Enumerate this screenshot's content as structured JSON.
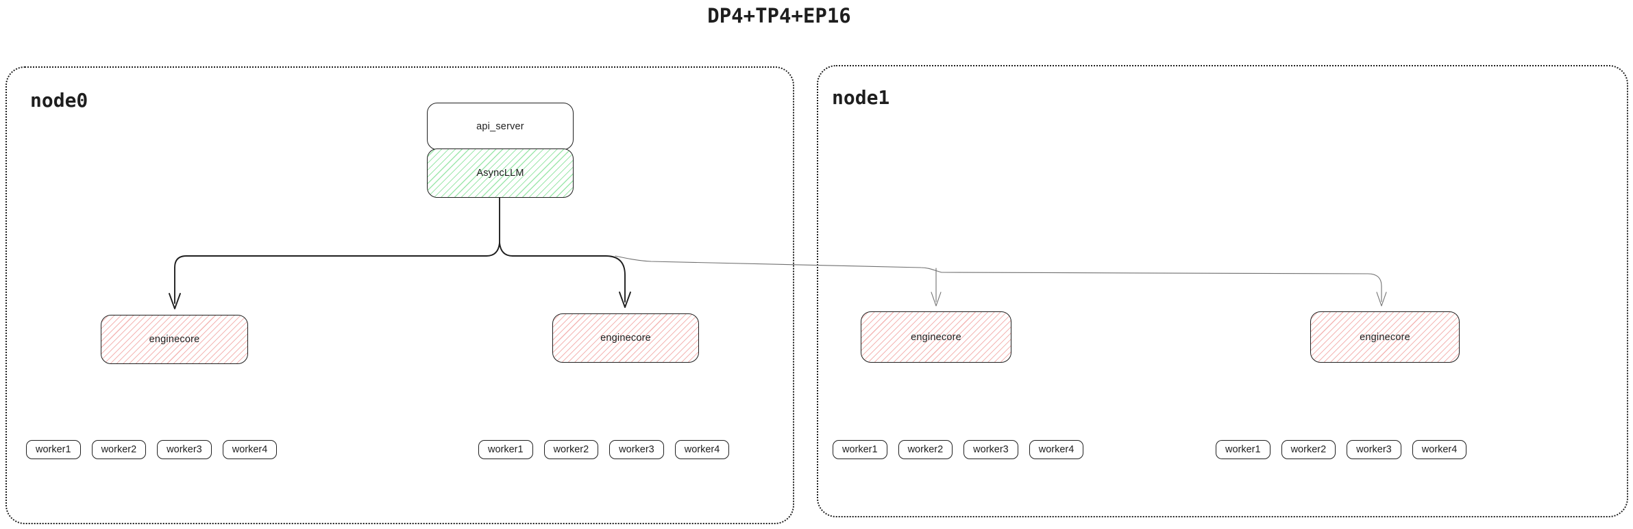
{
  "title": "DP4+TP4+EP16",
  "colors": {
    "ink": "#1e1e1e",
    "green_hatch": "#9ee7ac",
    "red_hatch": "#f4b6b4",
    "thin_line": "#6f6f6f",
    "background": "#ffffff"
  },
  "api_server_label": "api_server",
  "async_llm_label": "AsyncLLM",
  "nodes": [
    {
      "name": "node0",
      "enginecores": [
        "enginecore",
        "enginecore"
      ],
      "worker_groups": [
        [
          "worker1",
          "worker2",
          "worker3",
          "worker4"
        ],
        [
          "worker1",
          "worker2",
          "worker3",
          "worker4"
        ]
      ]
    },
    {
      "name": "node1",
      "enginecores": [
        "enginecore",
        "enginecore"
      ],
      "worker_groups": [
        [
          "worker1",
          "worker2",
          "worker3",
          "worker4"
        ],
        [
          "worker1",
          "worker2",
          "worker3",
          "worker4"
        ]
      ]
    }
  ]
}
